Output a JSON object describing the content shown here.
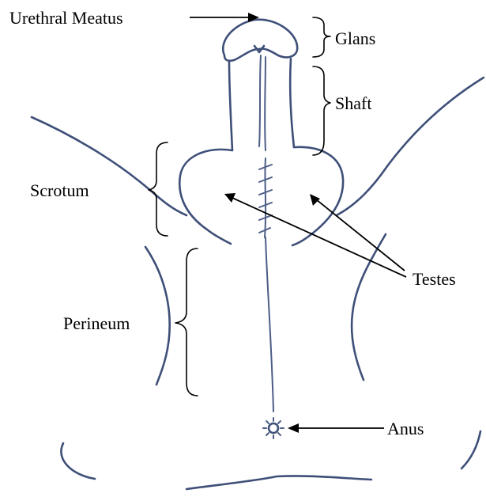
{
  "labels": {
    "urethral_meatus": "Urethral Meatus",
    "glans": "Glans",
    "shaft": "Shaft",
    "scrotum": "Scrotum",
    "testes": "Testes",
    "perineum": "Perineum",
    "anus": "Anus"
  },
  "colors": {
    "sketch": "#3e4f78",
    "annotation": "#000000",
    "background": "#ffffff"
  }
}
